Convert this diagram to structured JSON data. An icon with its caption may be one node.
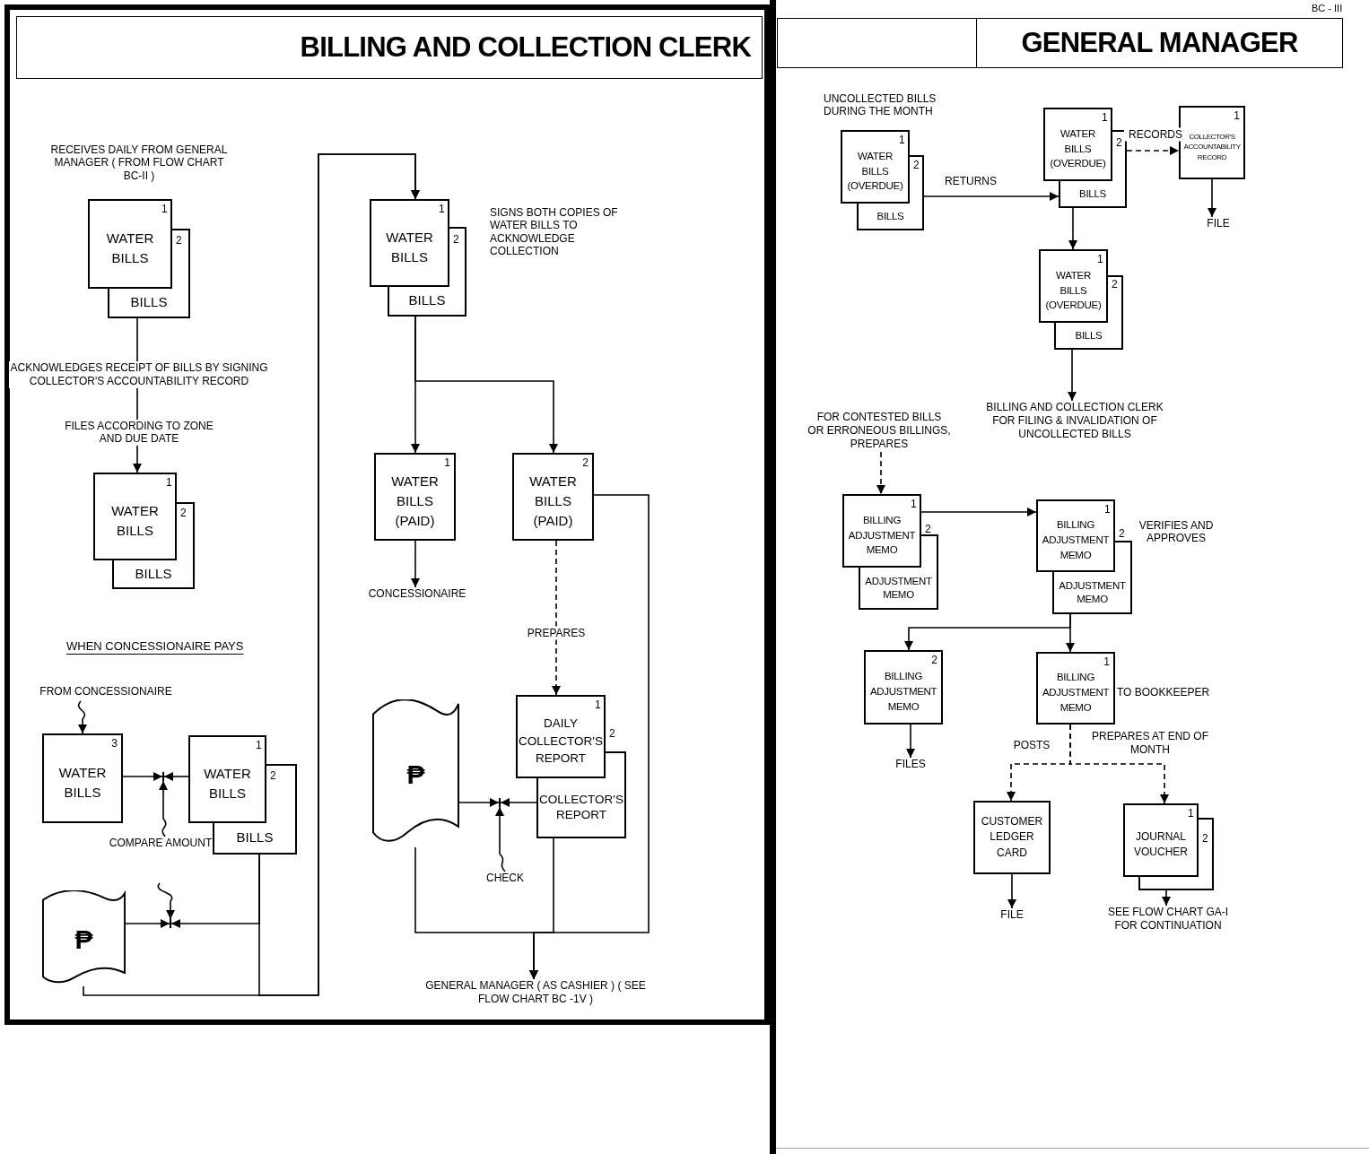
{
  "diagram": {
    "nodes": [
      {
        "text": [
          "BILLING AND COLLECTION CLERK"
        ]
      },
      {
        "text": [
          "GENERAL MANAGER"
        ]
      },
      {
        "text": [
          "1",
          "WATER BILLS",
          "2",
          "BILLS"
        ],
        "in": 0,
        "beside": [
          "RECEIVES DAILY FROM GENERAL MANAGER ( FROM FLOW CHART BC-II )"
        ]
      },
      {
        "text": [
          "1",
          "WATER BILLS",
          "2",
          "BILLS"
        ],
        "in": 0,
        "beside": [
          "FILES ACCORDING TO ZONE AND DUE DATE"
        ]
      },
      {
        "text": [
          "1",
          "WATER BILLS",
          "2",
          "BILLS"
        ],
        "in": 0,
        "beside": [
          "SIGNS BOTH COPIES OF WATER BILLS TO ACKNOWLEDGE COLLECTION"
        ]
      },
      {
        "text": [
          "1",
          "WATER BILLS (PAID)"
        ],
        "in": 0
      },
      {
        "text": [
          "2",
          "WATER BILLS (PAID)"
        ],
        "in": 0
      },
      {
        "text": [
          "CONCESSIONAIRE"
        ],
        "in": 0
      },
      {
        "text": [
          "FROM CONCESSIONAIRE"
        ],
        "in": 0
      },
      {
        "text": [
          "3",
          "WATER BILLS"
        ],
        "in": 0
      },
      {
        "text": [
          "1",
          "WATER BILLS",
          "2",
          "BILLS"
        ],
        "in": 0
      },
      {
        "text": [],
        "shape": "bowtie",
        "in": 0
      },
      {
        "text": [
          "COMPARE AMOUNT"
        ],
        "in": 0
      },
      {
        "text": [
          "₱"
        ],
        "in": 0
      },
      {
        "text": [],
        "shape": "bowtie",
        "in": 0
      },
      {
        "text": [
          "1",
          "DAILY COLLECTOR'S REPORT",
          "2",
          "COLLECTOR'S REPORT"
        ],
        "in": 0
      },
      {
        "text": [
          "₱"
        ],
        "in": 0
      },
      {
        "text": [],
        "shape": "bowtie",
        "in": 0
      },
      {
        "text": [
          "CHECK"
        ],
        "in": 0
      },
      {
        "text": [
          "GENERAL MANAGER ( AS CASHIER ) ( SEE FLOW CHART BC -1V )"
        ],
        "in": 0
      },
      {
        "text": [
          "1",
          "WATER BILLS (OVERDUE)",
          "2",
          "BILLS"
        ],
        "in": 1,
        "beside": [
          "UNCOLLECTED BILLS DURING THE MONTH"
        ]
      },
      {
        "text": [
          "1",
          "WATER BILLS (OVERDUE)",
          "2",
          "BILLS"
        ],
        "in": 1
      },
      {
        "text": [
          "1",
          "COLLECTOR'S ACCOUNTABILITY RECORD"
        ],
        "in": 1
      },
      {
        "text": [
          "FILE"
        ],
        "in": 1
      },
      {
        "text": [
          "1",
          "WATER BILLS (OVERDUE)",
          "2",
          "BILLS"
        ],
        "in": 1
      },
      {
        "text": [
          "BILLING AND COLLECTION CLERK FOR FILING & INVALIDATION OF UNCOLLECTED BILLS"
        ],
        "in": 1
      },
      {
        "text": [
          "FOR CONTESTED BILLS OR ERRONEOUS BILLINGS, PREPARES"
        ],
        "in": 1
      },
      {
        "text": [
          "1",
          "BILLING ADJUSTMENT MEMO",
          "2",
          "ADJUSTMENT MEMO"
        ],
        "in": 1
      },
      {
        "text": [
          "1",
          "BILLING ADJUSTMENT MEMO",
          "2",
          "ADJUSTMENT MEMO"
        ],
        "in": 1,
        "beside": [
          "VERIFIES AND APPROVES"
        ]
      },
      {
        "text": [
          "2",
          "BILLING ADJUSTMENT MEMO"
        ],
        "in": 1
      },
      {
        "text": [
          "FILES"
        ],
        "in": 1
      },
      {
        "text": [
          "1",
          "BILLING ADJUSTMENT MEMO"
        ],
        "in": 1,
        "beside": [
          "TO BOOKKEEPER"
        ]
      },
      {
        "text": [
          "CUSTOMER LEDGER CARD"
        ],
        "in": 1
      },
      {
        "text": [
          "FILE"
        ],
        "in": 1
      },
      {
        "text": [
          "1",
          "JOURNAL VOUCHER",
          "2"
        ],
        "in": 1
      },
      {
        "text": [
          "SEE FLOW CHART GA-I FOR CONTINUATION"
        ],
        "in": 1
      }
    ],
    "edges": [
      {
        "from": 2,
        "to": 3,
        "arrow": "to",
        "label": "ACKNOWLEDGES RECEIPT OF BILLS BY SIGNING COLLECTOR'S ACCOUNTABILITY RECORD"
      },
      {
        "from": 4,
        "to": 5,
        "arrow": "to"
      },
      {
        "from": 4,
        "to": 6,
        "arrow": "to"
      },
      {
        "from": 5,
        "to": 7,
        "arrow": "to"
      },
      {
        "from": 6,
        "to": 15,
        "arrow": "to",
        "style": "dashed",
        "label": "PREPARES"
      },
      {
        "from": 6,
        "to": 19,
        "arrow": "to"
      },
      {
        "from": 8,
        "to": 9,
        "arrow": "to"
      },
      {
        "from": 9,
        "to": 11,
        "arrow": "to"
      },
      {
        "from": 10,
        "to": 11,
        "arrow": "to"
      },
      {
        "from": 12,
        "to": 11,
        "arrow": "to"
      },
      {
        "from": null,
        "to": 14,
        "arrow": "to"
      },
      {
        "from": 13,
        "to": 14,
        "arrow": "to"
      },
      {
        "from": 10,
        "to": 14,
        "arrow": "to"
      },
      {
        "from": 13,
        "to": 4,
        "arrow": "to"
      },
      {
        "from": 10,
        "to": 4,
        "arrow": "to"
      },
      {
        "from": 16,
        "to": 17,
        "arrow": "to"
      },
      {
        "from": 15,
        "to": 17,
        "arrow": "to"
      },
      {
        "from": 18,
        "to": 17,
        "arrow": "to"
      },
      {
        "from": 16,
        "to": 19,
        "arrow": "to"
      },
      {
        "from": 15,
        "to": 19,
        "arrow": "to"
      },
      {
        "from": 20,
        "to": 21,
        "arrow": "to",
        "label": "RETURNS"
      },
      {
        "from": 21,
        "to": 22,
        "arrow": "to",
        "style": "dashed",
        "label": "RECORDS"
      },
      {
        "from": 22,
        "to": 23,
        "arrow": "to"
      },
      {
        "from": 21,
        "to": 24,
        "arrow": "to"
      },
      {
        "from": 24,
        "to": 25,
        "arrow": "to"
      },
      {
        "from": 26,
        "to": 27,
        "arrow": "to",
        "style": "dashed"
      },
      {
        "from": 27,
        "to": 28,
        "arrow": "to"
      },
      {
        "from": 28,
        "to": 29,
        "arrow": "to"
      },
      {
        "from": 28,
        "to": 31,
        "arrow": "to"
      },
      {
        "from": 29,
        "to": 30,
        "arrow": "to"
      },
      {
        "from": 31,
        "to": 32,
        "arrow": "to",
        "style": "dashed",
        "label": "POSTS"
      },
      {
        "from": 31,
        "to": 34,
        "arrow": "to",
        "style": "dashed",
        "label": "PREPARES AT END OF MONTH"
      },
      {
        "from": 32,
        "to": 33,
        "arrow": "to"
      },
      {
        "from": 34,
        "to": 35,
        "arrow": "to"
      }
    ],
    "labels": [
      "BC - III",
      "WHEN CONCESSIONAIRE PAYS"
    ]
  }
}
